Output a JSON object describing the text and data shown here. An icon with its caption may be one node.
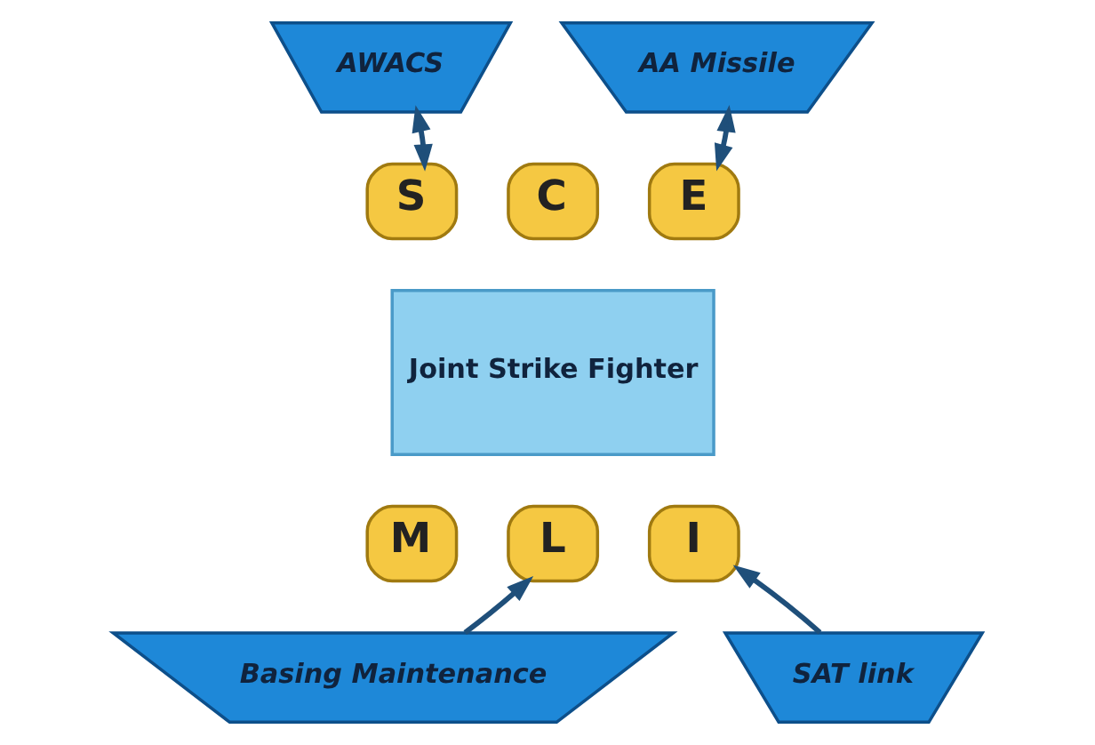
{
  "diagram": {
    "nodes": [
      {
        "text": [
          "AWACS"
        ]
      },
      {
        "text": [
          "AA Missile"
        ]
      },
      {
        "text": [
          "Joint Strike Fighter"
        ]
      },
      {
        "text": [
          "S"
        ]
      },
      {
        "text": [
          "C"
        ]
      },
      {
        "text": [
          "E"
        ]
      },
      {
        "text": [
          "M"
        ]
      },
      {
        "text": [
          "L"
        ]
      },
      {
        "text": [
          "I"
        ]
      },
      {
        "text": [
          "SAT link"
        ]
      },
      {
        "text": [
          "Basing Maintenance"
        ]
      }
    ],
    "edges": [
      {
        "from": 0,
        "to": 3,
        "arrow": "both"
      },
      {
        "from": 1,
        "to": 5,
        "arrow": "both"
      },
      {
        "from": 9,
        "to": 8,
        "arrow": "to"
      },
      {
        "from": 10,
        "to": 7,
        "arrow": "to"
      }
    ]
  }
}
